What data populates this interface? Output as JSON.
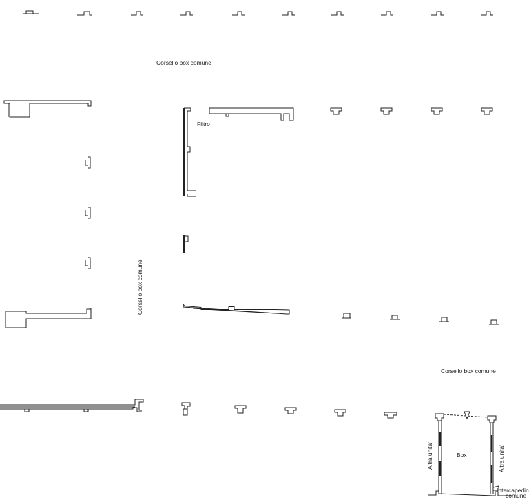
{
  "labels": {
    "corridor_top": "Corsello box comune",
    "corridor_vertical": "Corsello box comune",
    "corridor_right": "Corsello box comune",
    "filter": "Filtro",
    "box": "Box",
    "other_unit_left": "Altra unita'",
    "other_unit_right": "Altra unita'",
    "cavity_line1": "Intercapedine",
    "cavity_line2": "comune"
  },
  "colors": {
    "line": "#222222",
    "background": "#ffffff"
  }
}
